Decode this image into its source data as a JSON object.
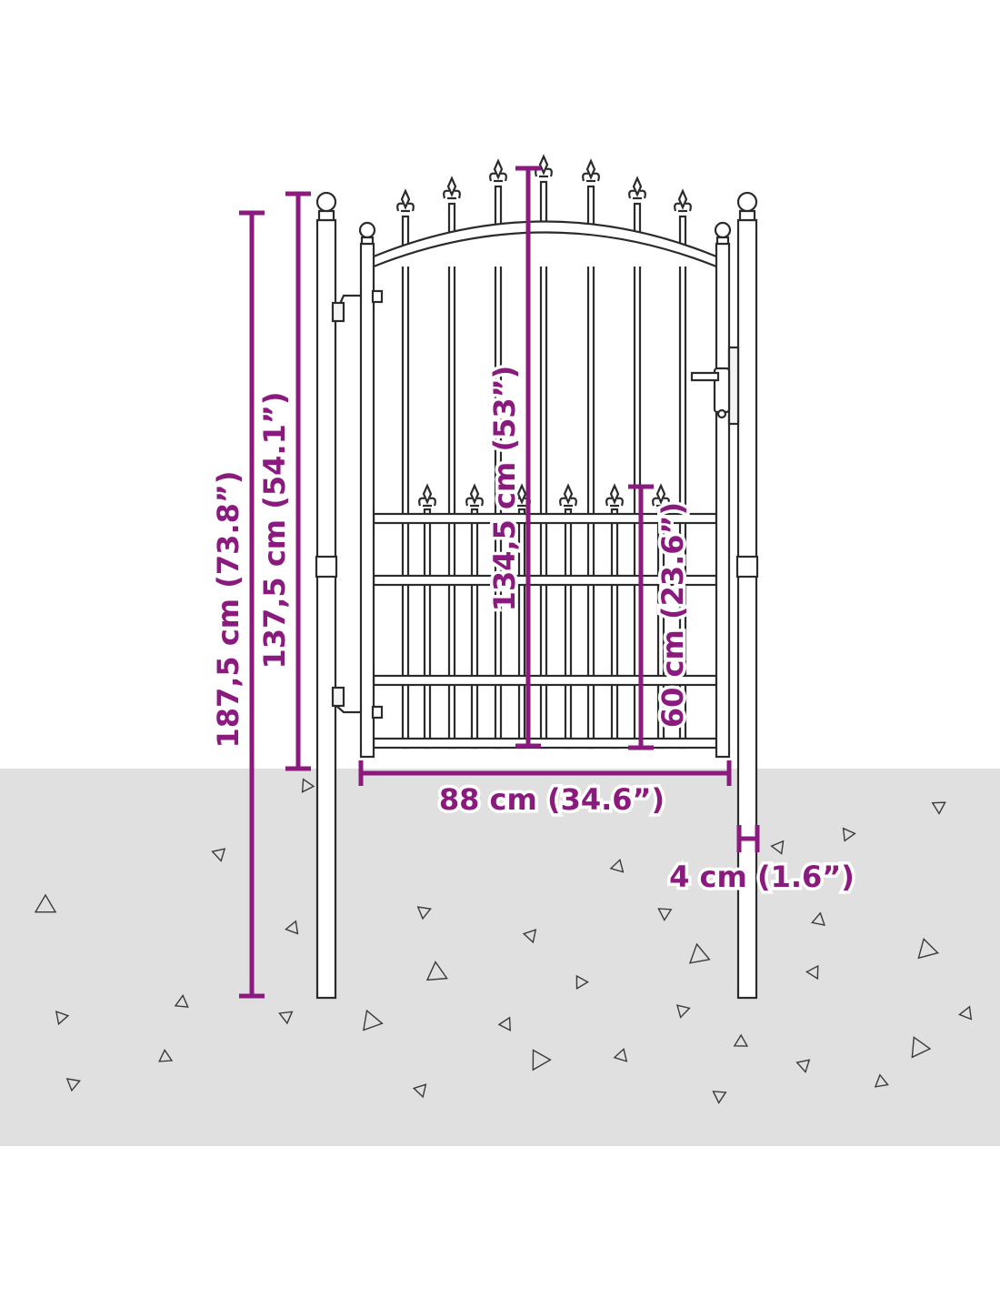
{
  "dimensions": {
    "total_height": "187,5 cm (73.8”)",
    "gate_height": "137,5 cm (54.1”)",
    "inner_height": "134,5 cm (53”)",
    "lower_panel_height": "60 cm (23.6”)",
    "width": "88 cm (34.6”)",
    "post_width": "4 cm (1.6”)"
  },
  "colors": {
    "dimension": "#8b1a7f",
    "ground": "#e0e0e0",
    "metal": "#2b2b2b"
  }
}
